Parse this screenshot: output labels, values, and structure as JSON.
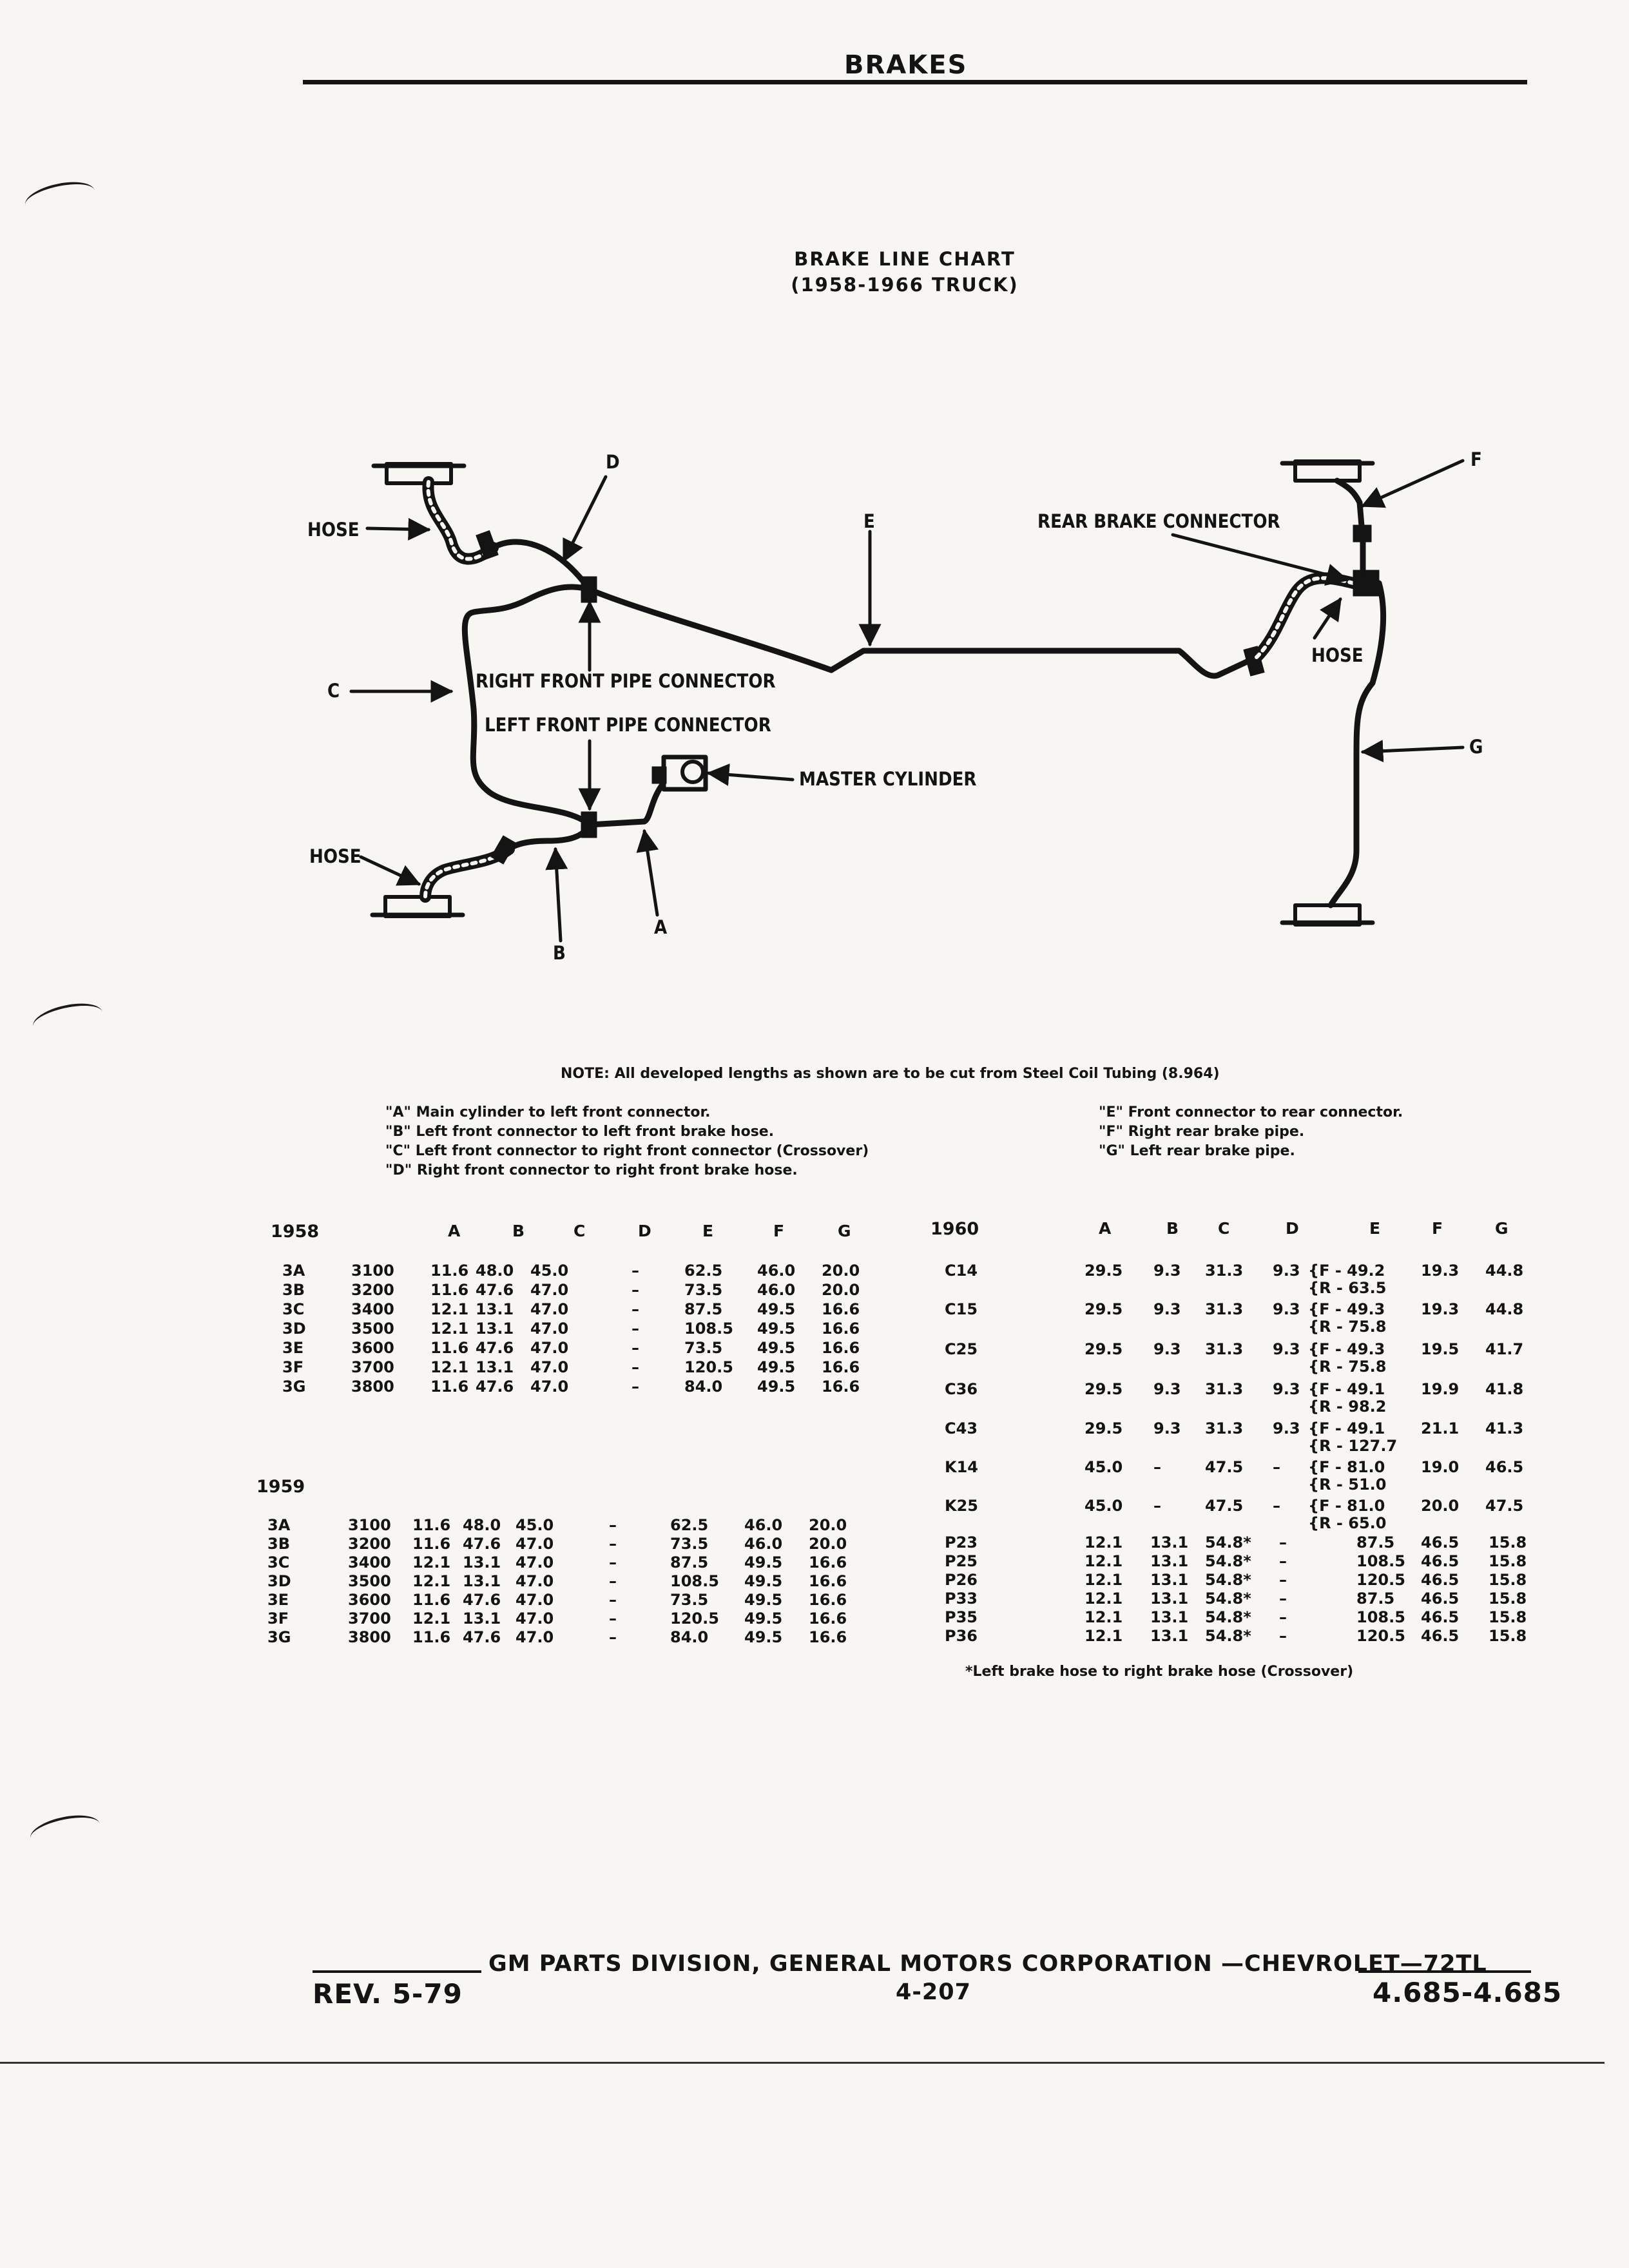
{
  "header": {
    "title": "BRAKES"
  },
  "chart": {
    "title": "BRAKE LINE CHART",
    "subtitle": "(1958-1966 TRUCK)"
  },
  "diagram_labels": {
    "hose_top": "HOSE",
    "hose_bottom": "HOSE",
    "hose_rear": "HOSE",
    "d": "D",
    "e": "E",
    "f": "F",
    "c": "C",
    "g": "G",
    "a": "A",
    "b": "B",
    "rear_brake_connector": "REAR BRAKE CONNECTOR",
    "right_front_pipe_connector": "RIGHT FRONT PIPE CONNECTOR",
    "left_front_pipe_connector": "LEFT FRONT PIPE CONNECTOR",
    "master_cylinder": "MASTER CYLINDER"
  },
  "note": "NOTE:  All developed lengths as shown are to be cut from Steel Coil Tubing (8.964)",
  "definitions_left": [
    "\"A\" Main cylinder to left front connector.",
    "\"B\" Left front connector to left front brake hose.",
    "\"C\" Left front connector to right front connector (Crossover)",
    "\"D\" Right front connector to right front brake hose."
  ],
  "definitions_right": [
    "\"E\" Front connector to rear connector.",
    "\"F\" Right rear brake pipe.",
    "\"G\" Left rear brake pipe."
  ],
  "tables": {
    "t1958": {
      "year": "1958",
      "headers": [
        "A",
        "B",
        "C",
        "D",
        "E",
        "F",
        "G"
      ],
      "rows": [
        [
          "3A",
          "3100",
          "11.6",
          "48.0",
          "45.0",
          "–",
          "62.5",
          "46.0",
          "20.0"
        ],
        [
          "3B",
          "3200",
          "11.6",
          "47.6",
          "47.0",
          "–",
          "73.5",
          "46.0",
          "20.0"
        ],
        [
          "3C",
          "3400",
          "12.1",
          "13.1",
          "47.0",
          "–",
          "87.5",
          "49.5",
          "16.6"
        ],
        [
          "3D",
          "3500",
          "12.1",
          "13.1",
          "47.0",
          "–",
          "108.5",
          "49.5",
          "16.6"
        ],
        [
          "3E",
          "3600",
          "11.6",
          "47.6",
          "47.0",
          "–",
          "73.5",
          "49.5",
          "16.6"
        ],
        [
          "3F",
          "3700",
          "12.1",
          "13.1",
          "47.0",
          "–",
          "120.5",
          "49.5",
          "16.6"
        ],
        [
          "3G",
          "3800",
          "11.6",
          "47.6",
          "47.0",
          "–",
          "84.0",
          "49.5",
          "16.6"
        ]
      ]
    },
    "t1959": {
      "year": "1959",
      "rows": [
        [
          "3A",
          "3100",
          "11.6",
          "48.0",
          "45.0",
          "–",
          "62.5",
          "46.0",
          "20.0"
        ],
        [
          "3B",
          "3200",
          "11.6",
          "47.6",
          "47.0",
          "–",
          "73.5",
          "46.0",
          "20.0"
        ],
        [
          "3C",
          "3400",
          "12.1",
          "13.1",
          "47.0",
          "–",
          "87.5",
          "49.5",
          "16.6"
        ],
        [
          "3D",
          "3500",
          "12.1",
          "13.1",
          "47.0",
          "–",
          "108.5",
          "49.5",
          "16.6"
        ],
        [
          "3E",
          "3600",
          "11.6",
          "47.6",
          "47.0",
          "–",
          "73.5",
          "49.5",
          "16.6"
        ],
        [
          "3F",
          "3700",
          "12.1",
          "13.1",
          "47.0",
          "–",
          "120.5",
          "49.5",
          "16.6"
        ],
        [
          "3G",
          "3800",
          "11.6",
          "47.6",
          "47.0",
          "–",
          "84.0",
          "49.5",
          "16.6"
        ]
      ]
    },
    "t1960": {
      "year": "1960",
      "headers": [
        "A",
        "B",
        "C",
        "D",
        "E",
        "F",
        "G"
      ],
      "rows_split": [
        {
          "model": "C14",
          "a": "29.5",
          "b": "9.3",
          "c": "31.3",
          "d": "9.3",
          "e1": "F - 49.2",
          "e2": "R - 63.5",
          "f": "19.3",
          "g": "44.8"
        },
        {
          "model": "C15",
          "a": "29.5",
          "b": "9.3",
          "c": "31.3",
          "d": "9.3",
          "e1": "F - 49.3",
          "e2": "R - 75.8",
          "f": "19.3",
          "g": "44.8"
        },
        {
          "model": "C25",
          "a": "29.5",
          "b": "9.3",
          "c": "31.3",
          "d": "9.3",
          "e1": "F - 49.3",
          "e2": "R - 75.8",
          "f": "19.5",
          "g": "41.7"
        },
        {
          "model": "C36",
          "a": "29.5",
          "b": "9.3",
          "c": "31.3",
          "d": "9.3",
          "e1": "F - 49.1",
          "e2": "R - 98.2",
          "f": "19.9",
          "g": "41.8"
        },
        {
          "model": "C43",
          "a": "29.5",
          "b": "9.3",
          "c": "31.3",
          "d": "9.3",
          "e1": "F - 49.1",
          "e2": "R - 127.7",
          "f": "21.1",
          "g": "41.3"
        },
        {
          "model": "K14",
          "a": "45.0",
          "b": "–",
          "c": "47.5",
          "d": "–",
          "e1": "F - 81.0",
          "e2": "R - 51.0",
          "f": "19.0",
          "g": "46.5"
        },
        {
          "model": "K25",
          "a": "45.0",
          "b": "–",
          "c": "47.5",
          "d": "–",
          "e1": "F - 81.0",
          "e2": "R - 65.0",
          "f": "20.0",
          "g": "47.5"
        }
      ],
      "rows_p": [
        [
          "P23",
          "12.1",
          "13.1",
          "54.8*",
          "–",
          "87.5",
          "46.5",
          "15.8"
        ],
        [
          "P25",
          "12.1",
          "13.1",
          "54.8*",
          "–",
          "108.5",
          "46.5",
          "15.8"
        ],
        [
          "P26",
          "12.1",
          "13.1",
          "54.8*",
          "–",
          "120.5",
          "46.5",
          "15.8"
        ],
        [
          "P33",
          "12.1",
          "13.1",
          "54.8*",
          "–",
          "87.5",
          "46.5",
          "15.8"
        ],
        [
          "P35",
          "12.1",
          "13.1",
          "54.8*",
          "–",
          "108.5",
          "46.5",
          "15.8"
        ],
        [
          "P36",
          "12.1",
          "13.1",
          "54.8*",
          "–",
          "120.5",
          "46.5",
          "15.8"
        ]
      ],
      "footnote": "*Left brake hose to right brake hose (Crossover)"
    }
  },
  "footer": {
    "center": "GM PARTS DIVISION, GENERAL MOTORS CORPORATION —CHEVROLET—72TL",
    "rev": "REV. 5-79",
    "page": "4-207",
    "ref": "4.685-4.685"
  }
}
